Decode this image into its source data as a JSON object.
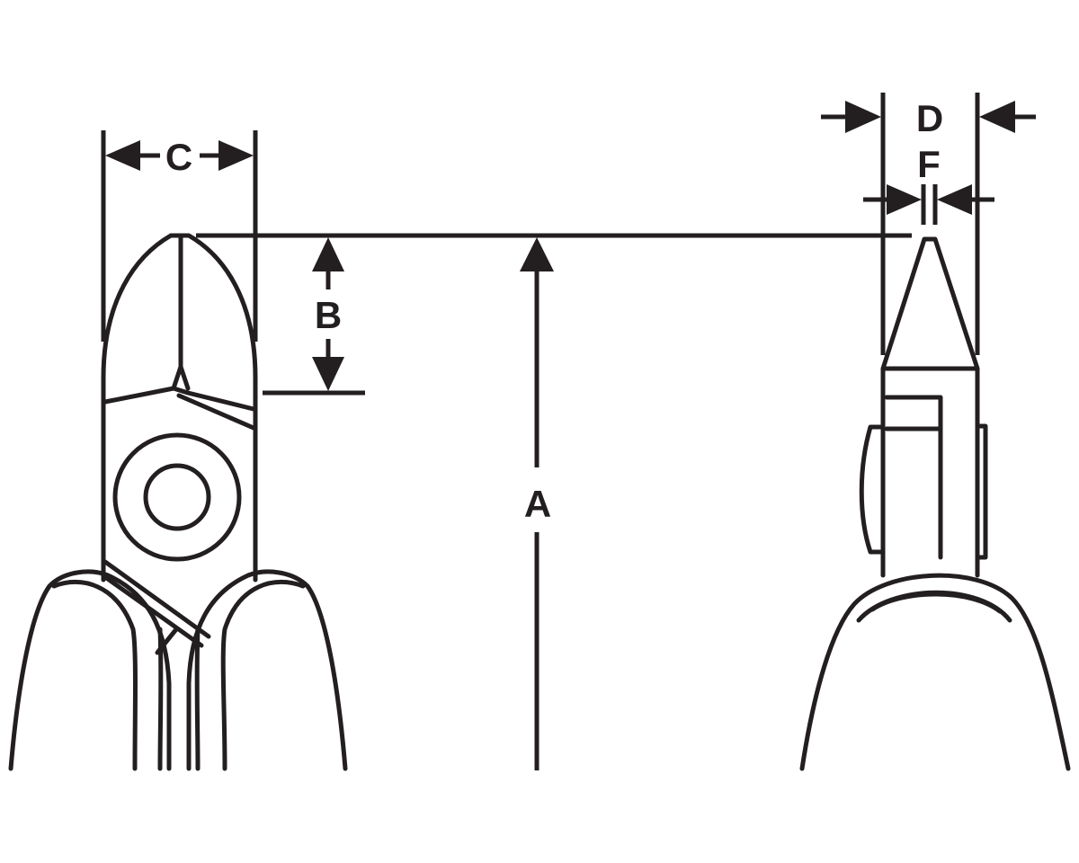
{
  "labels": {
    "a": "A",
    "b": "B",
    "c": "C",
    "d": "D",
    "f": "F"
  },
  "colors": {
    "stroke": "#231f20",
    "background": "#ffffff"
  }
}
